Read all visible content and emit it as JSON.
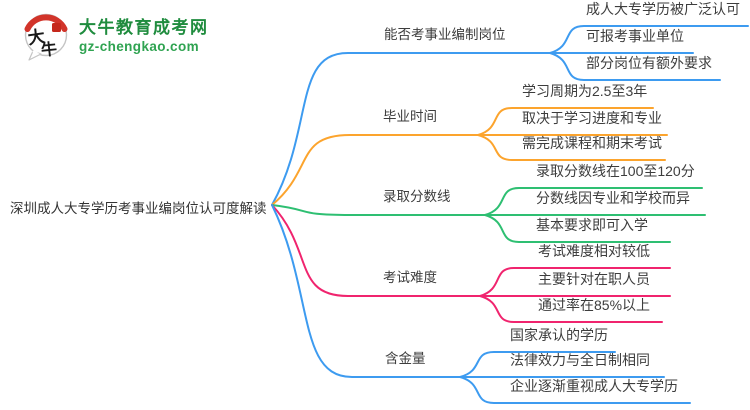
{
  "logo": {
    "icon_text": "大牛",
    "title": "大牛教育成考网",
    "url": "gz-chengkao.com",
    "title_color": "#1f8c3e",
    "url_color": "#2fa351",
    "seal_color": "#c5281c"
  },
  "colors": {
    "blue": "#3d9bf0",
    "orange": "#fca42d",
    "green": "#2ebf72",
    "pink": "#f0246e",
    "text": "#3d3d3d"
  },
  "root": {
    "label": "深圳成人大专学历考事业编岗位认可度解读"
  },
  "branches": [
    {
      "label": "能否考事业编制岗位",
      "color": "blue",
      "leaves": [
        "成人大专学历被广泛认可",
        "可报考事业单位",
        "部分岗位有额外要求"
      ]
    },
    {
      "label": "毕业时间",
      "color": "orange",
      "leaves": [
        "学习周期为2.5至3年",
        "取决于学习进度和专业",
        "需完成课程和期末考试"
      ]
    },
    {
      "label": "录取分数线",
      "color": "green",
      "leaves": [
        "录取分数线在100至120分",
        "分数线因专业和学校而异",
        "基本要求即可入学"
      ]
    },
    {
      "label": "考试难度",
      "color": "pink",
      "leaves": [
        "考试难度相对较低",
        "主要针对在职人员",
        "通过率在85%以上"
      ]
    },
    {
      "label": "含金量",
      "color": "blue",
      "leaves": [
        "国家承认的学历",
        "法律效力与全日制相同",
        "企业逐渐重视成人大专学历"
      ]
    }
  ]
}
